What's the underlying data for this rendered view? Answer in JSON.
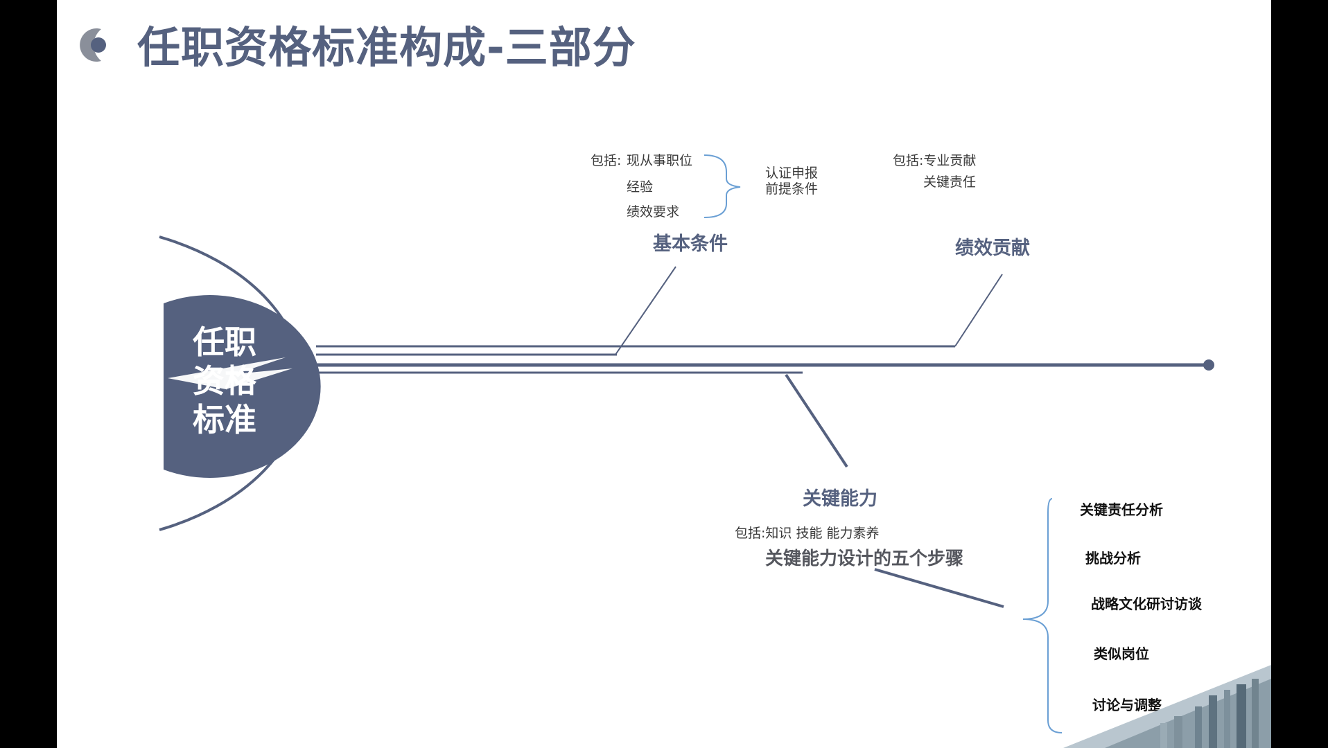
{
  "title": "任职资格标准构成-三部分",
  "hub": {
    "lines": [
      "任职",
      "资格",
      "标准"
    ]
  },
  "basic": {
    "label": "基本条件",
    "includes_prefix": "包括:",
    "items": [
      "现从事职位",
      "经验",
      "绩效要求"
    ],
    "note_lines": [
      "认证申报",
      "前提条件"
    ]
  },
  "performance": {
    "label": "绩效贡献",
    "line1": "包括:专业贡献",
    "line2": "关键责任"
  },
  "ability": {
    "label": "关键能力",
    "includes": "包括:知识  技能   能力素养",
    "design_title": "关键能力设计的五个步骤",
    "steps": [
      "关键责任分析",
      "挑战分析",
      "战略文化研讨访谈",
      "类似岗位",
      "讨论与调整"
    ]
  },
  "colors": {
    "primary": "#55617f",
    "bracket": "#6a9fd4",
    "frame": "#000000"
  }
}
